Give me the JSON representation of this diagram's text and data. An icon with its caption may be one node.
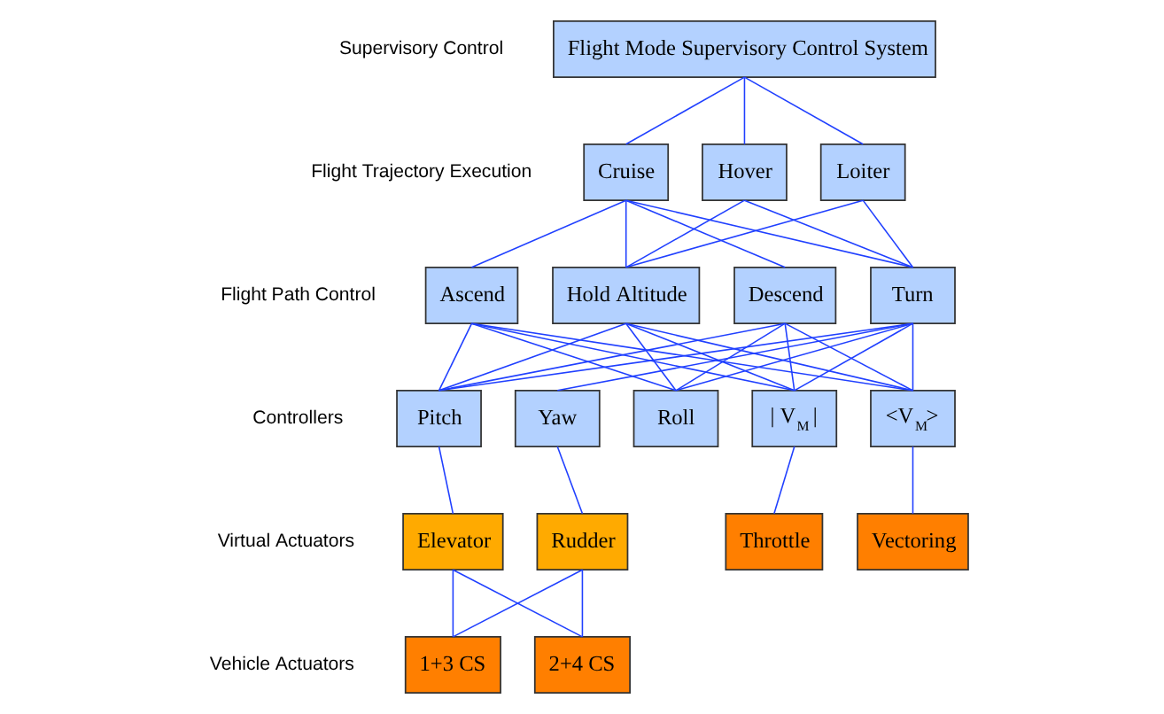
{
  "diagram": {
    "nodes": [
      {
        "text": [
          "Flight Mode Supervisory Control System"
        ]
      },
      {
        "text": [
          "Cruise"
        ]
      },
      {
        "text": [
          "Hover"
        ]
      },
      {
        "text": [
          "Loiter"
        ]
      },
      {
        "text": [
          "Ascend"
        ]
      },
      {
        "text": [
          "Hold Altitude"
        ]
      },
      {
        "text": [
          "Descend"
        ]
      },
      {
        "text": [
          "Turn"
        ]
      },
      {
        "text": [
          "Pitch"
        ]
      },
      {
        "text": [
          "Yaw"
        ]
      },
      {
        "text": [
          "Roll"
        ]
      },
      {
        "text": [
          "| V$_{M}$ |"
        ]
      },
      {
        "text": [
          "<V$_{M}$>"
        ]
      },
      {
        "text": [
          "Elevator"
        ]
      },
      {
        "text": [
          "Rudder"
        ]
      },
      {
        "text": [
          "1+3 CS"
        ]
      },
      {
        "text": [
          "2+4 CS"
        ]
      },
      {
        "text": [
          "Throttle"
        ]
      },
      {
        "text": [
          "Vectoring"
        ]
      }
    ],
    "edges": [
      {
        "from": 0,
        "to": 1,
        "arrow": "none"
      },
      {
        "from": 0,
        "to": 2,
        "arrow": "none"
      },
      {
        "from": 0,
        "to": 3,
        "arrow": "none"
      },
      {
        "from": 1,
        "to": 4,
        "arrow": "none"
      },
      {
        "from": 1,
        "to": 5,
        "arrow": "none"
      },
      {
        "from": 1,
        "to": 6,
        "arrow": "none"
      },
      {
        "from": 1,
        "to": 7,
        "arrow": "none"
      },
      {
        "from": 2,
        "to": 5,
        "arrow": "none"
      },
      {
        "from": 2,
        "to": 7,
        "arrow": "none"
      },
      {
        "from": 3,
        "to": 5,
        "arrow": "none"
      },
      {
        "from": 3,
        "to": 7,
        "arrow": "none"
      },
      {
        "from": 4,
        "to": 8,
        "arrow": "none"
      },
      {
        "from": 4,
        "to": 10,
        "arrow": "none"
      },
      {
        "from": 4,
        "to": 11,
        "arrow": "none"
      },
      {
        "from": 4,
        "to": 12,
        "arrow": "none"
      },
      {
        "from": 5,
        "to": 8,
        "arrow": "none"
      },
      {
        "from": 5,
        "to": 10,
        "arrow": "none"
      },
      {
        "from": 5,
        "to": 11,
        "arrow": "none"
      },
      {
        "from": 5,
        "to": 12,
        "arrow": "none"
      },
      {
        "from": 6,
        "to": 8,
        "arrow": "none"
      },
      {
        "from": 6,
        "to": 10,
        "arrow": "none"
      },
      {
        "from": 6,
        "to": 11,
        "arrow": "none"
      },
      {
        "from": 6,
        "to": 12,
        "arrow": "none"
      },
      {
        "from": 7,
        "to": 8,
        "arrow": "none"
      },
      {
        "from": 7,
        "to": 9,
        "arrow": "none"
      },
      {
        "from": 7,
        "to": 10,
        "arrow": "none"
      },
      {
        "from": 7,
        "to": 11,
        "arrow": "none"
      },
      {
        "from": 7,
        "to": 12,
        "arrow": "none"
      },
      {
        "from": 8,
        "to": 13,
        "arrow": "none"
      },
      {
        "from": 9,
        "to": 14,
        "arrow": "none"
      },
      {
        "from": 13,
        "to": 15,
        "arrow": "none"
      },
      {
        "from": 13,
        "to": 16,
        "arrow": "none"
      },
      {
        "from": 14,
        "to": 15,
        "arrow": "none"
      },
      {
        "from": 14,
        "to": 16,
        "arrow": "none"
      },
      {
        "from": 11,
        "to": 17,
        "arrow": "none"
      },
      {
        "from": 12,
        "to": 18,
        "arrow": "none"
      }
    ],
    "labels": [
      "Supervisory Control",
      "Flight Trajectory Execution",
      "Flight Path Control",
      "Controllers",
      "Virtual Actuators",
      "Vehicle Actuators"
    ]
  }
}
